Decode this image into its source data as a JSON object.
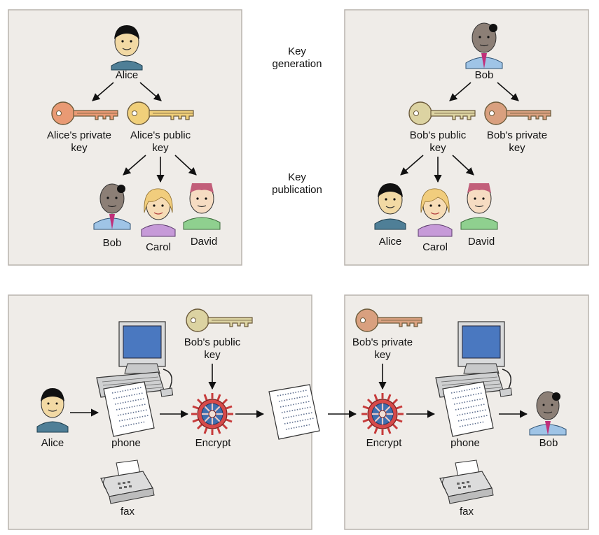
{
  "center": {
    "key_generation": [
      "Key",
      "generation"
    ],
    "key_publication": [
      "Key",
      "publication"
    ]
  },
  "panel_alice": {
    "person": "Alice",
    "private_key": [
      "Alice's private",
      "key"
    ],
    "public_key": [
      "Alice's public",
      "key"
    ],
    "recipients": [
      "Bob",
      "Carol",
      "David"
    ]
  },
  "panel_bob": {
    "person": "Bob",
    "public_key": [
      "Bob's public",
      "key"
    ],
    "private_key": [
      "Bob's private",
      "key"
    ],
    "recipients": [
      "Alice",
      "Carol",
      "David"
    ]
  },
  "panel_send": {
    "sender": "Alice",
    "device": "phone",
    "alt_device": "fax",
    "key": [
      "Bob's public",
      "key"
    ],
    "operation": "Encrypt"
  },
  "panel_receive": {
    "key": [
      "Bob's private",
      "key"
    ],
    "operation": "Encrypt",
    "device": "phone",
    "alt_device": "fax",
    "receiver": "Bob"
  },
  "colors": {
    "panel_bg": "#efece8",
    "alice_key": "#e99a74",
    "alice_public_key": "#f0cf7a",
    "bob_key": "#dcd3a2",
    "bob_private_key": "#d9a07f",
    "encrypt_wheel": "#d64a4a"
  }
}
